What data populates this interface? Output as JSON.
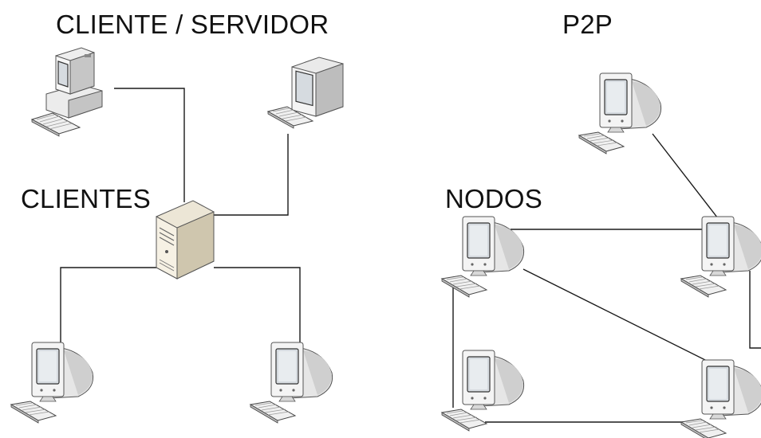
{
  "labels": {
    "client_server_title": "CLIENTE / SERVIDOR",
    "p2p_title": "P2P",
    "clients_label": "CLIENTES",
    "nodes_label": "NODOS"
  },
  "colors": {
    "line": "#1a1a1a",
    "monitor_body": "#f2f2f2",
    "monitor_shade": "#c8c8c8",
    "screen": "#d9dde2",
    "server_body": "#ece6d6",
    "server_shade": "#c9c0a8"
  },
  "icons": {
    "desktop": "desktop-computer-icon",
    "crt_monitor": "crt-monitor-icon",
    "server": "server-tower-icon"
  }
}
